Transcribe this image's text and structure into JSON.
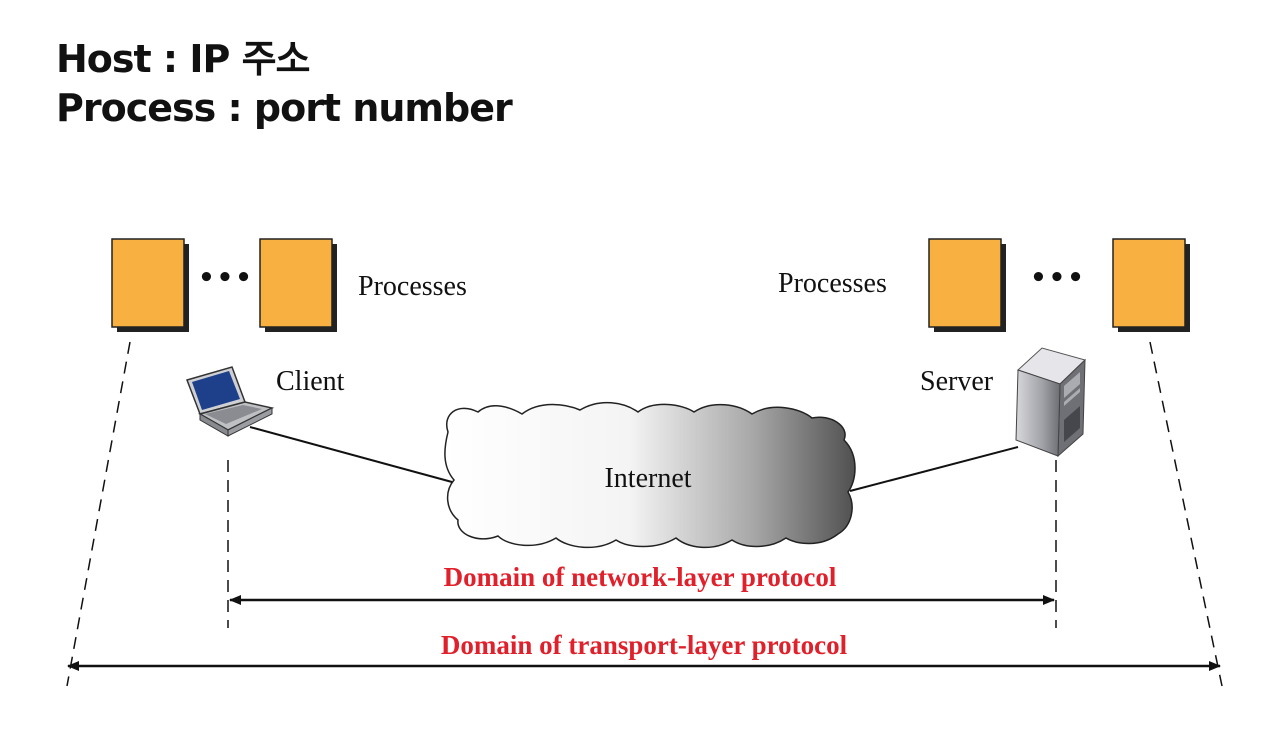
{
  "heading": {
    "line1": "Host : IP 주소",
    "line2": "Process : port number"
  },
  "labels": {
    "processes_left": "Processes",
    "processes_right": "Processes",
    "client": "Client",
    "server": "Server",
    "internet": "Internet",
    "ellipsis": "•••"
  },
  "domains": {
    "network": "Domain of network-layer protocol",
    "transport": "Domain of transport-layer protocol"
  },
  "icons": {
    "client": "laptop-icon",
    "server": "server-tower-icon",
    "network": "cloud-icon"
  },
  "colors": {
    "process_fill": "#F8B040",
    "domain_text": "#E0202A",
    "line": "#111111"
  }
}
